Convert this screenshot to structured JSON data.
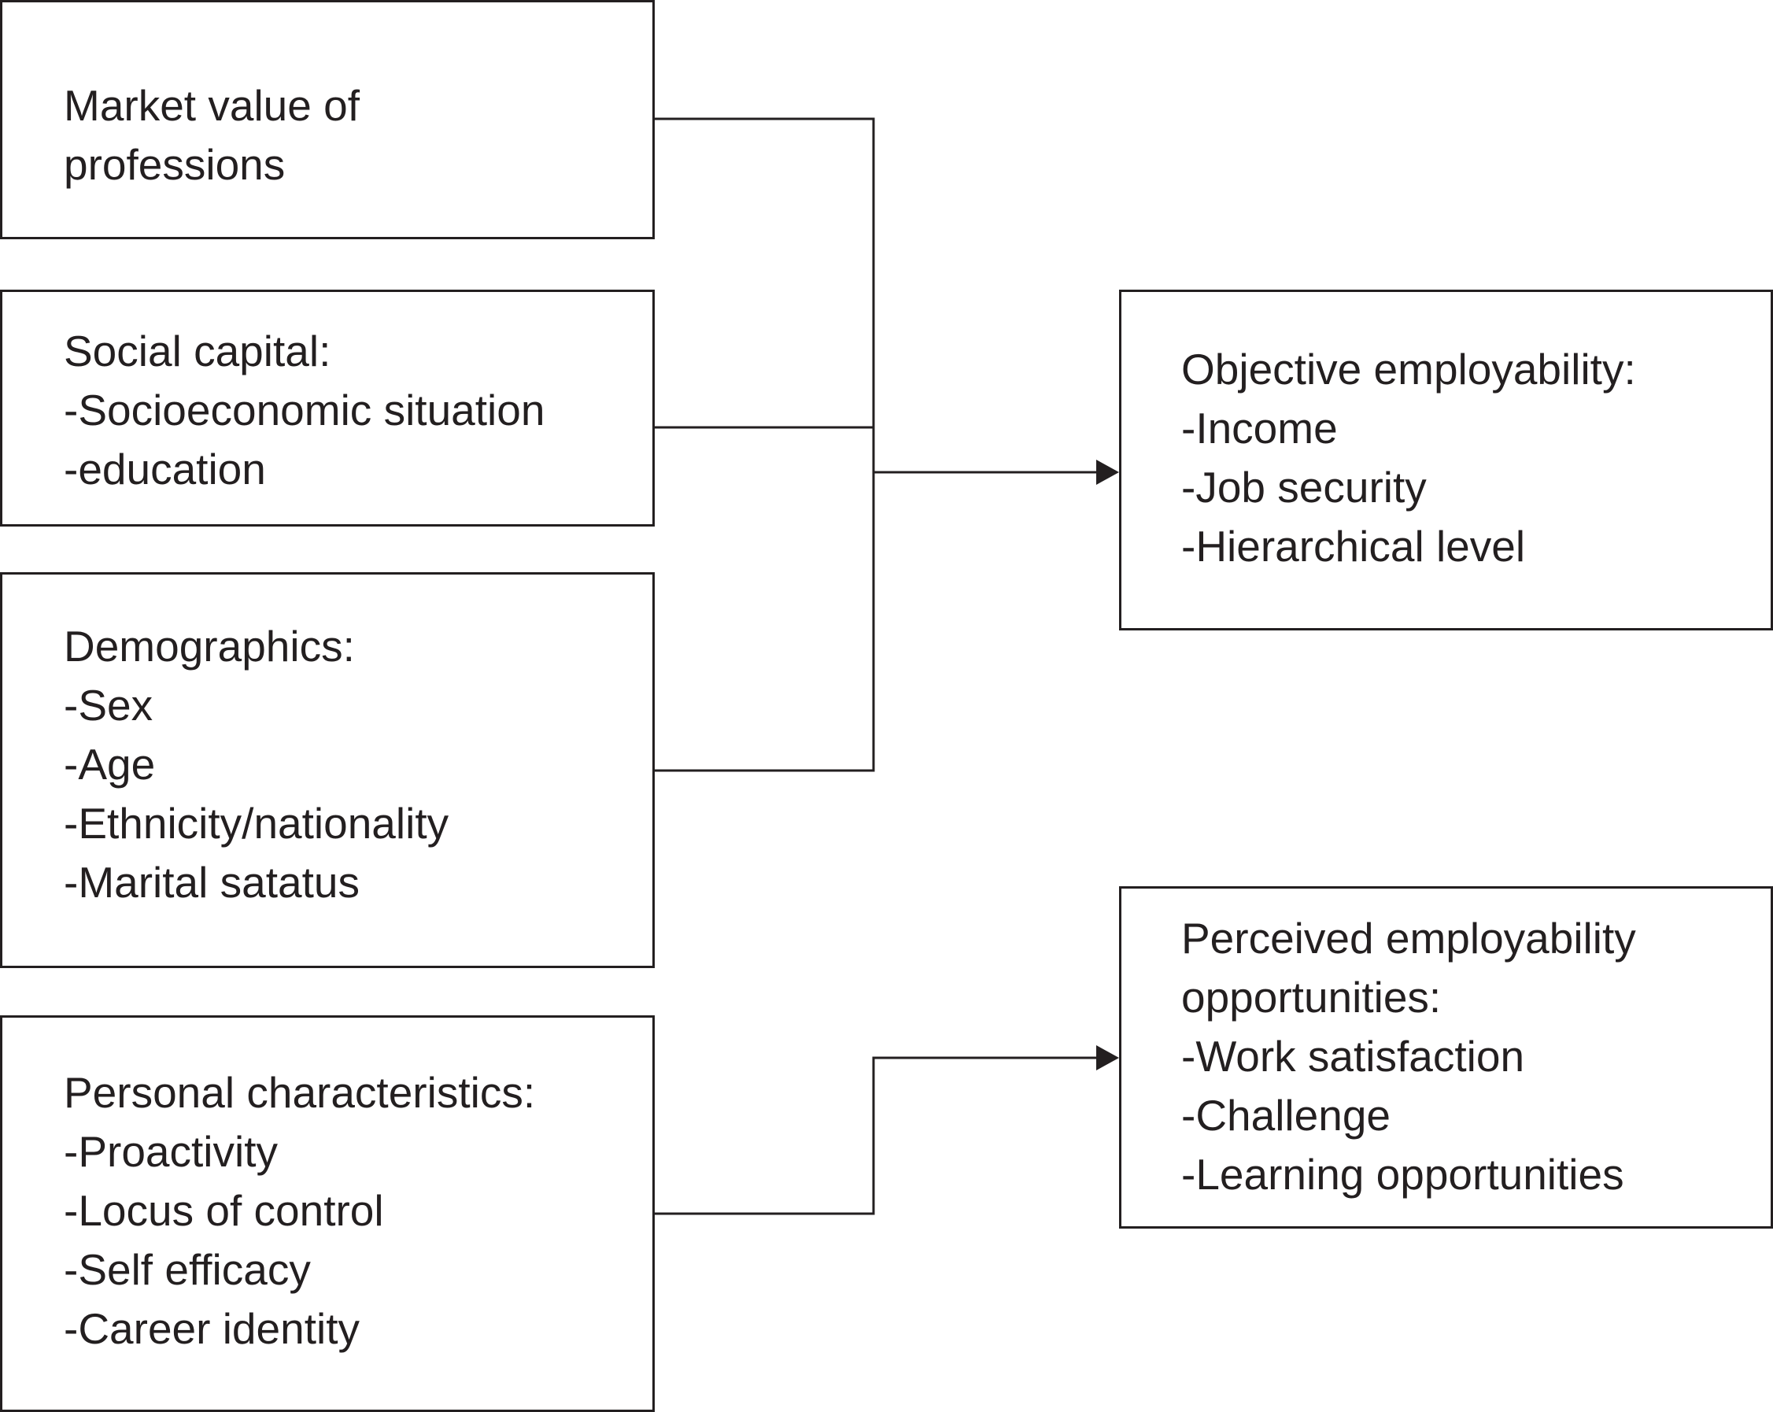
{
  "nodes": {
    "market": {
      "lines": [
        "Market value of",
        "professions"
      ]
    },
    "social": {
      "lines": [
        "Social capital:",
        "-Socioeconomic situation",
        "-education"
      ]
    },
    "demographics": {
      "lines": [
        "Demographics:",
        "-Sex",
        "-Age",
        "-Ethnicity/nationality",
        "-Marital satatus"
      ]
    },
    "personal": {
      "lines": [
        "Personal characteristics:",
        "-Proactivity",
        "-Locus of control",
        "-Self efficacy",
        "-Career identity"
      ]
    },
    "objective": {
      "lines": [
        "Objective employability:",
        "-Income",
        "-Job security",
        "-Hierarchical level"
      ]
    },
    "perceived": {
      "lines": [
        "Perceived employability",
        "opportunities:",
        "-Work satisfaction",
        "-Challenge",
        "-Learning opportunities"
      ]
    }
  },
  "edges": [
    {
      "from": [
        "market",
        "social",
        "demographics"
      ],
      "to": "objective"
    },
    {
      "from": [
        "personal"
      ],
      "to": "perceived"
    }
  ],
  "colors": {
    "stroke": "#231f20",
    "background": "#ffffff"
  }
}
